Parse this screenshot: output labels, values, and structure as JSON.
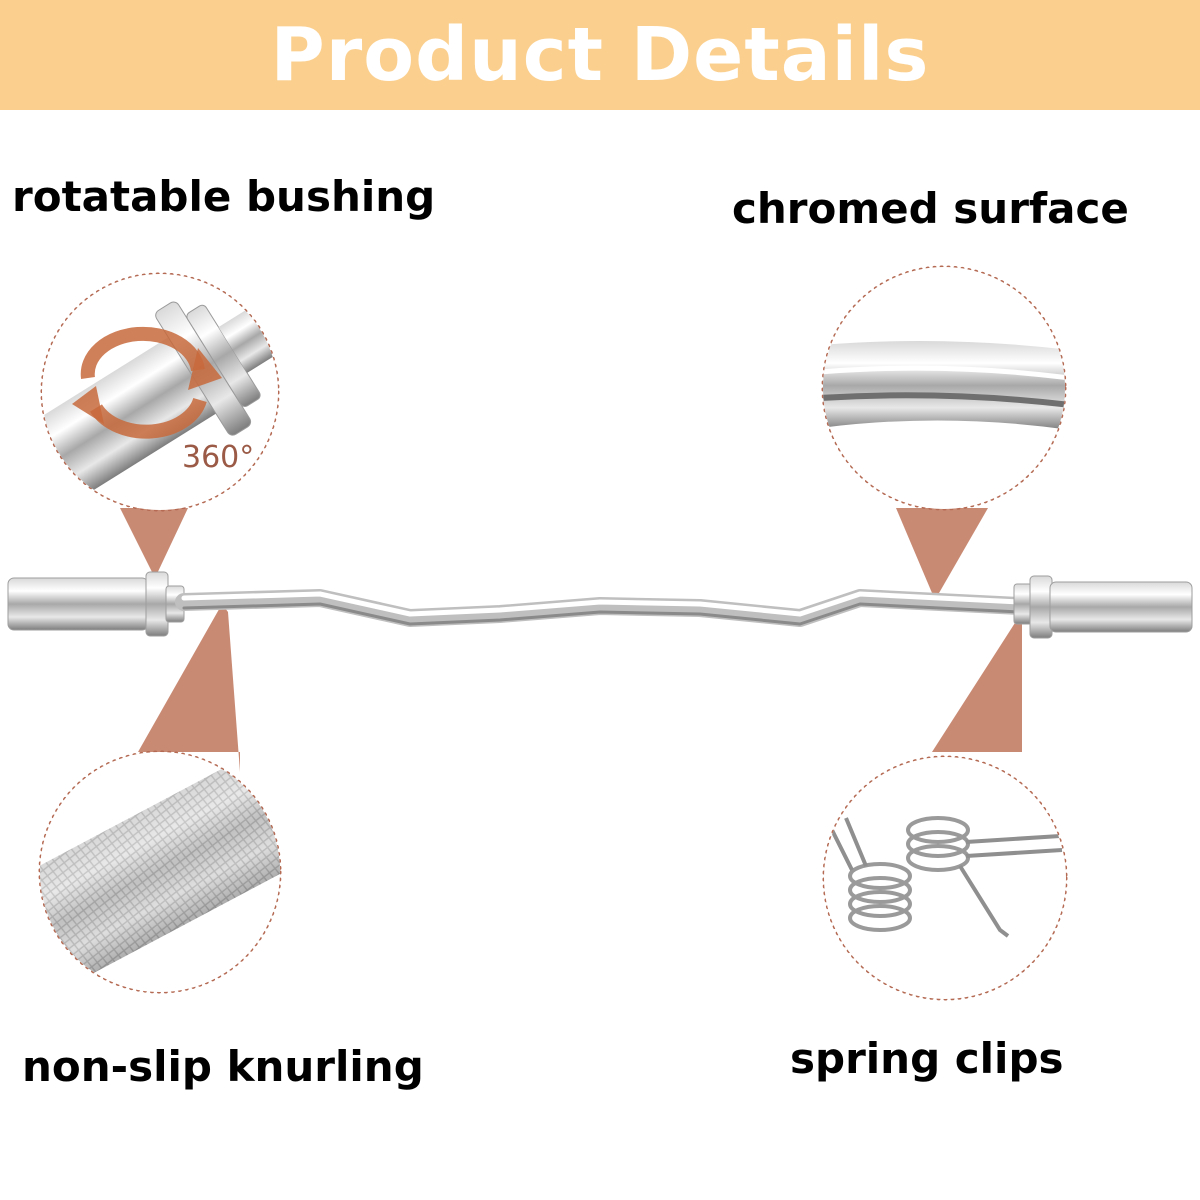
{
  "banner": {
    "title": "Product Details",
    "color": "#fbd08f",
    "text_color": "#ffffff"
  },
  "features": {
    "rotatable_bushing": "rotatable bushing",
    "chromed_surface": "chromed surface",
    "non_slip_knurling": "non-slip knurling",
    "spring_clips": "spring clips"
  },
  "rotation_label": "360°",
  "colors": {
    "callout": "#c98a74",
    "arrow": "#c86a3c",
    "chrome_light": "#f4f4f4",
    "chrome_dark": "#8a8a8a"
  }
}
